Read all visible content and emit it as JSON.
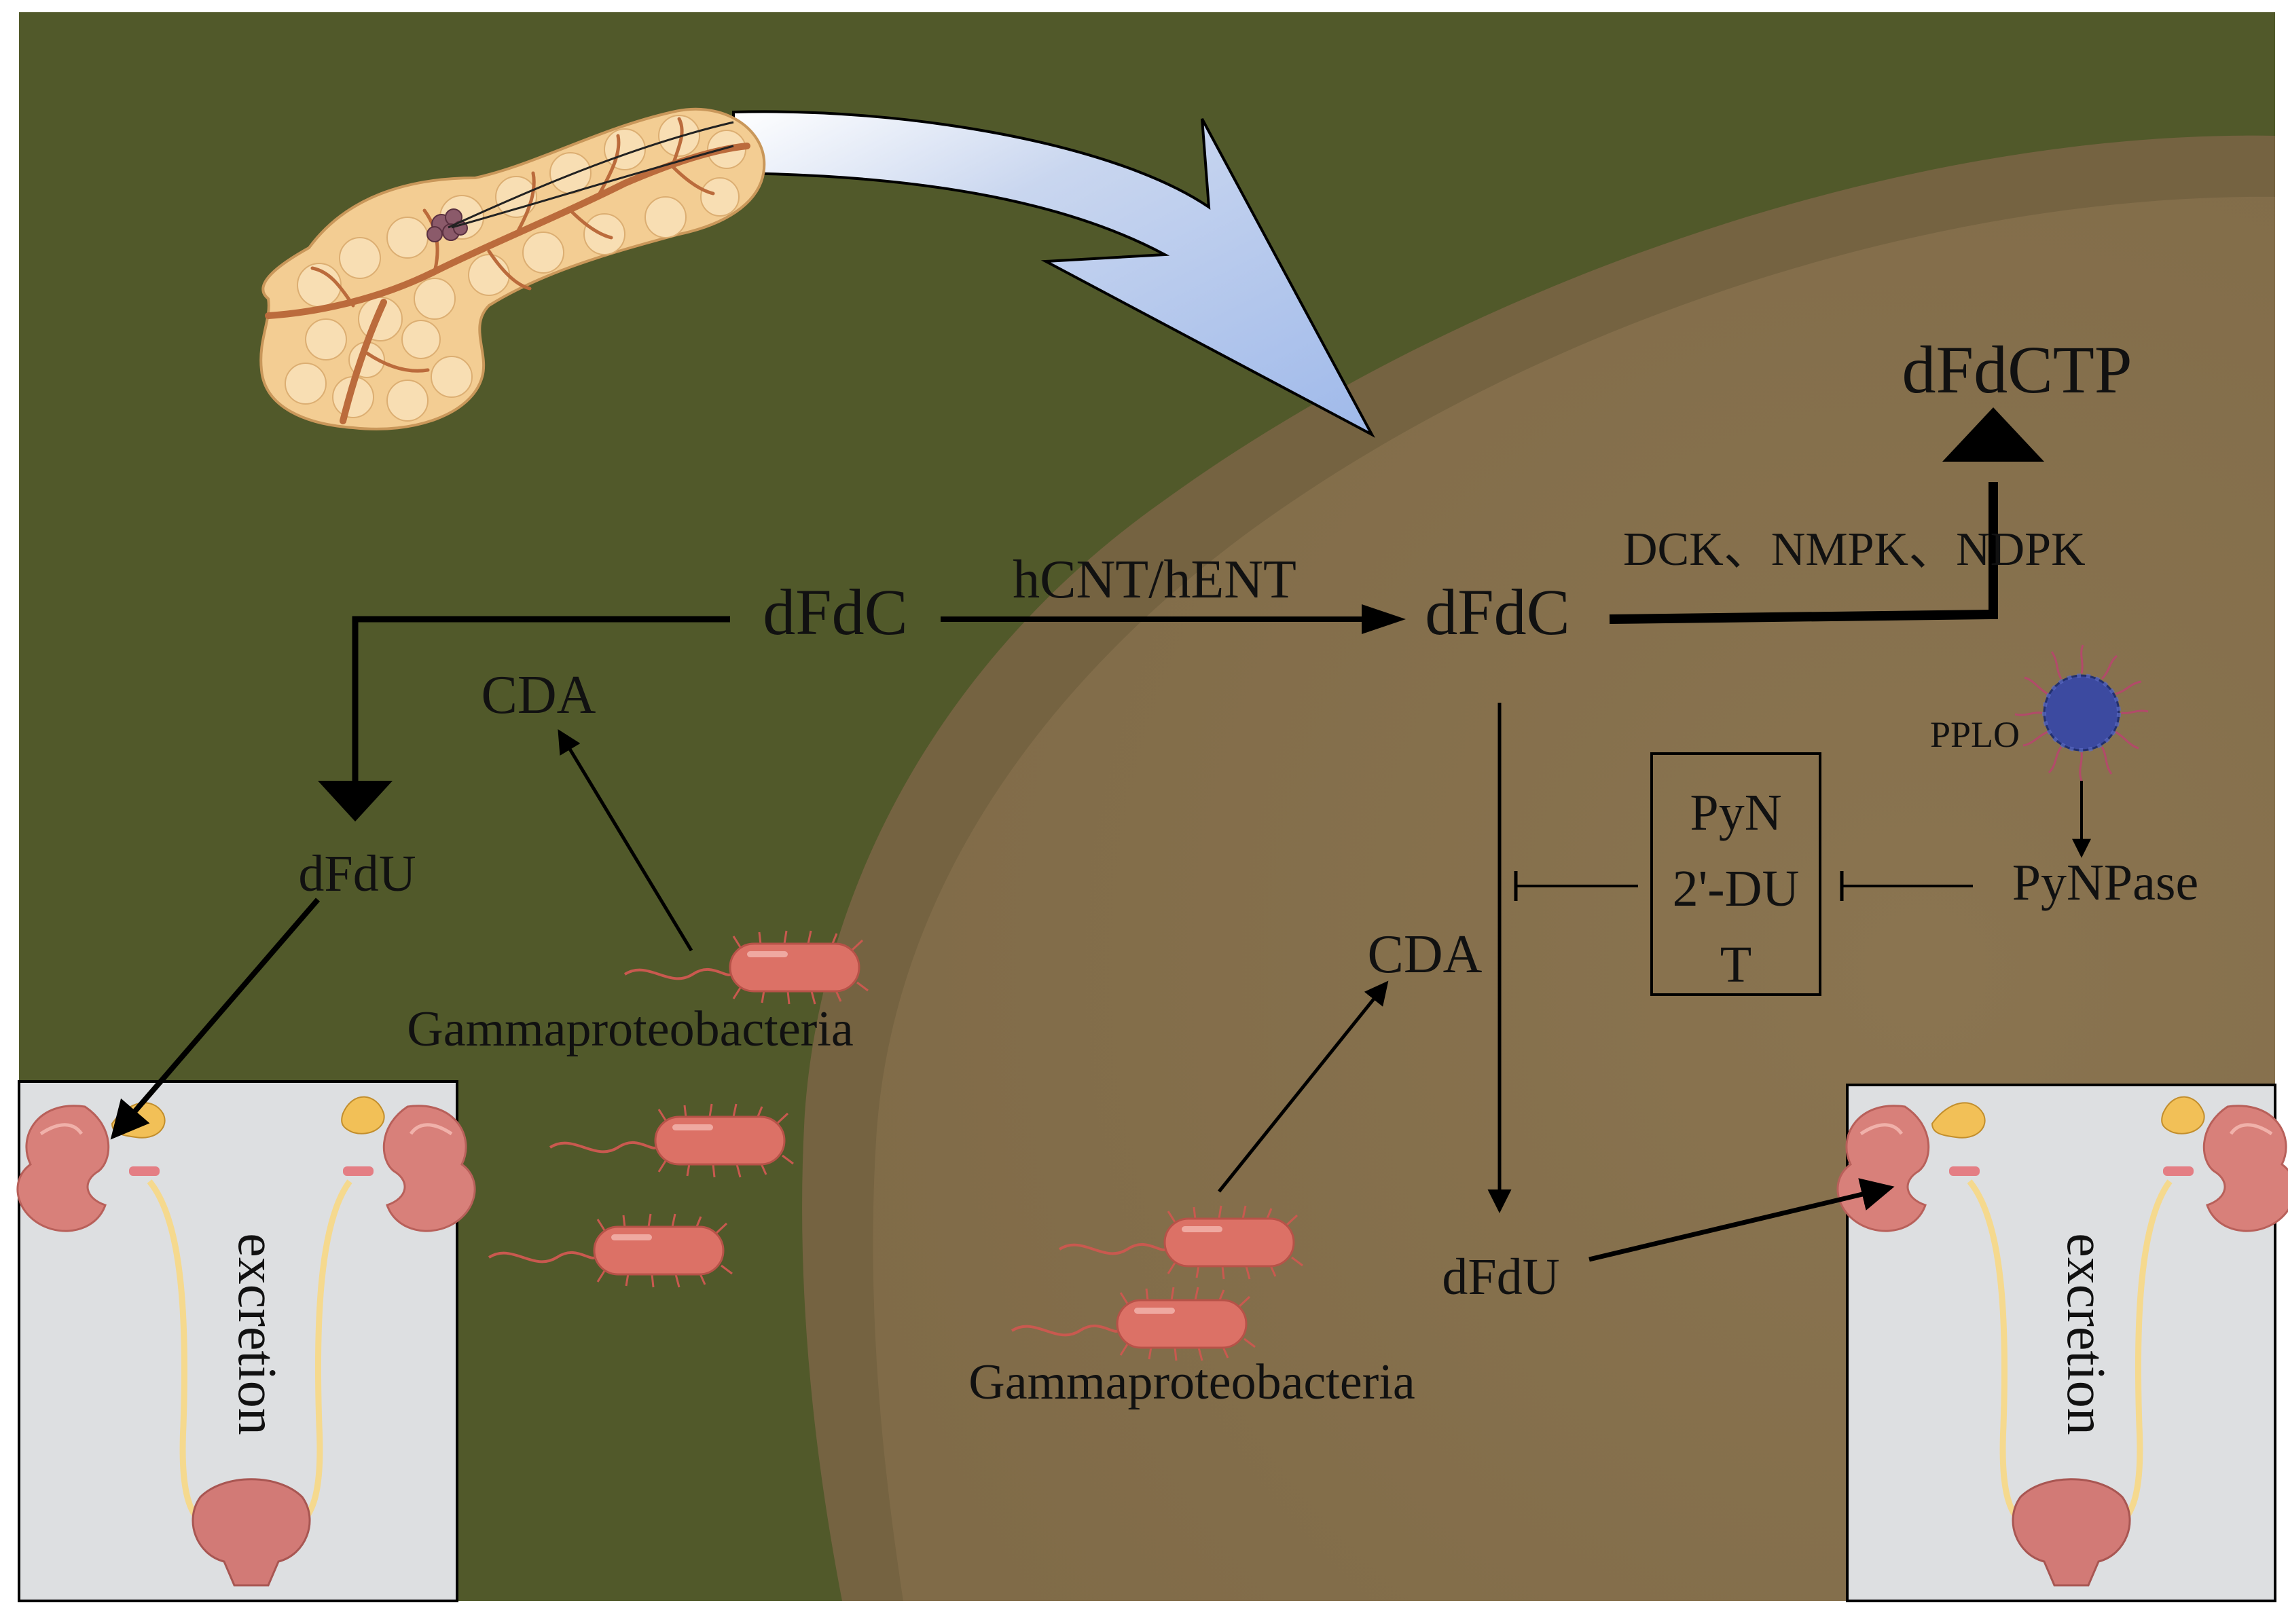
{
  "labels": {
    "dfdc_outside": "dFdC",
    "transporter": "hCNT/hENT",
    "dfdc_inside": "dFdC",
    "dfdctp": "dFdCTP",
    "kinases": "DCK、NMPK、NDPK",
    "cda_outside": "CDA",
    "cda_inside": "CDA",
    "dfdu_outside": "dFdU",
    "dfdu_inside": "dFdU",
    "pplo": "PPLO",
    "pynpase": "PyNPase",
    "box_line1": "PyN",
    "box_line2": "2'-DU",
    "box_line3": "T",
    "bacteria_outside": "Gammaproteobacteria",
    "bacteria_inside": "Gammaproteobacteria",
    "excretion_left": "excretion",
    "excretion_right": "excretion"
  },
  "colors": {
    "tissue_background": "#51592a",
    "cell_body": "#85704d",
    "cell_rim": "#756341",
    "arrow_blue": "#a9bfe8",
    "panel_gray": "#dddfe1",
    "bacterium": "#dc7166",
    "mycoplasma": "#3c4aa0"
  },
  "icons": {
    "organ": "pancreas-icon",
    "urinary": "urinary-system-icon",
    "bacterium": "bacterium-icon",
    "pplo": "mycoplasma-icon"
  }
}
